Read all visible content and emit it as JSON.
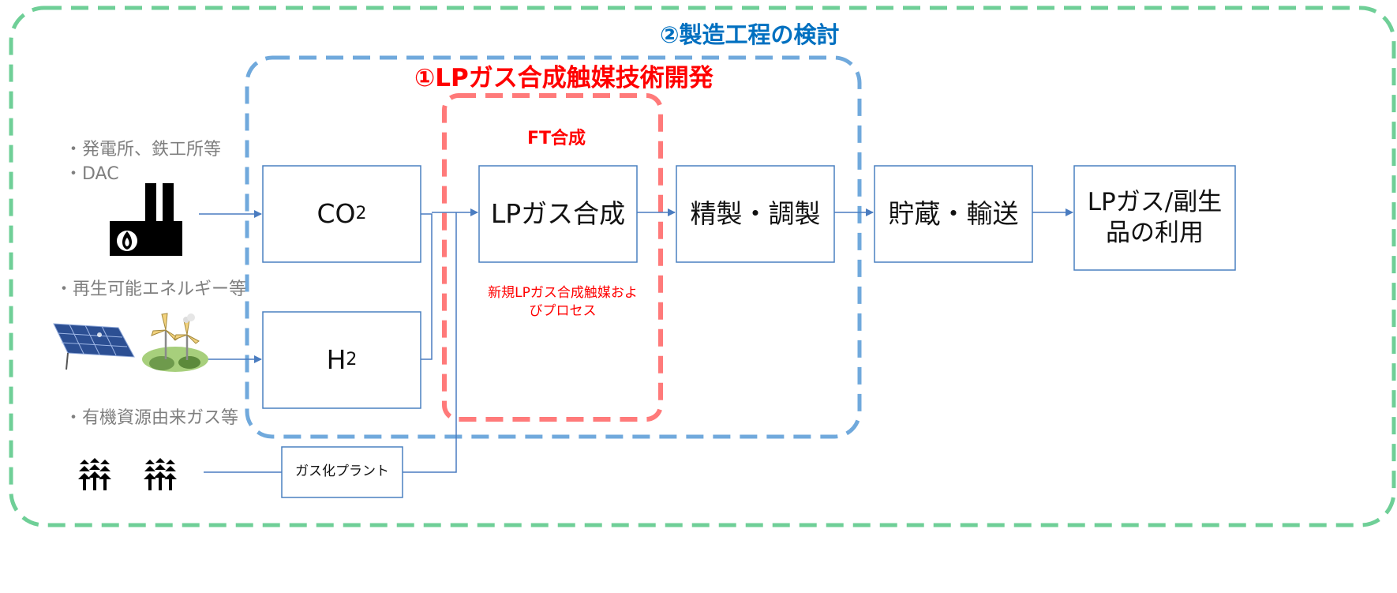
{
  "labels": {
    "outer_region": "②製造工程の検討",
    "catalyst_region": "①LPガス合成触媒技術開発",
    "ft_region": "FT合成",
    "catalyst_note": "新規LPガス合成触媒およびプロセス"
  },
  "sources": {
    "power_plants": "・発電所、鉄工所等",
    "dac": "・DAC",
    "renewables": "・再生可能エネルギー等",
    "organic": "・有機資源由来ガス等"
  },
  "boxes": {
    "co2": {
      "main": "CO",
      "sub": "2"
    },
    "h2": {
      "main": "H",
      "sub": "2"
    },
    "lpg_synthesis": "LPガス合成",
    "refining": "精製・調製",
    "storage": "貯蔵・輸送",
    "use_line1": "LPガス/副生",
    "use_line2": "品の利用",
    "gasification": "ガス化プラント"
  },
  "icons": [
    "factory-icon",
    "solar-panel-icon",
    "wind-turbine-icon",
    "trees-icon"
  ],
  "colors": {
    "outer_dash": "#6fcf97",
    "mid_dash": "#70a9dc",
    "inner_dash": "#ff7a7a",
    "box_stroke": "#4a80c0",
    "arrow": "#4a7cc0",
    "source_text": "#7f7f7f",
    "accent_red": "#ff0000",
    "accent_blue": "#0070c0"
  }
}
